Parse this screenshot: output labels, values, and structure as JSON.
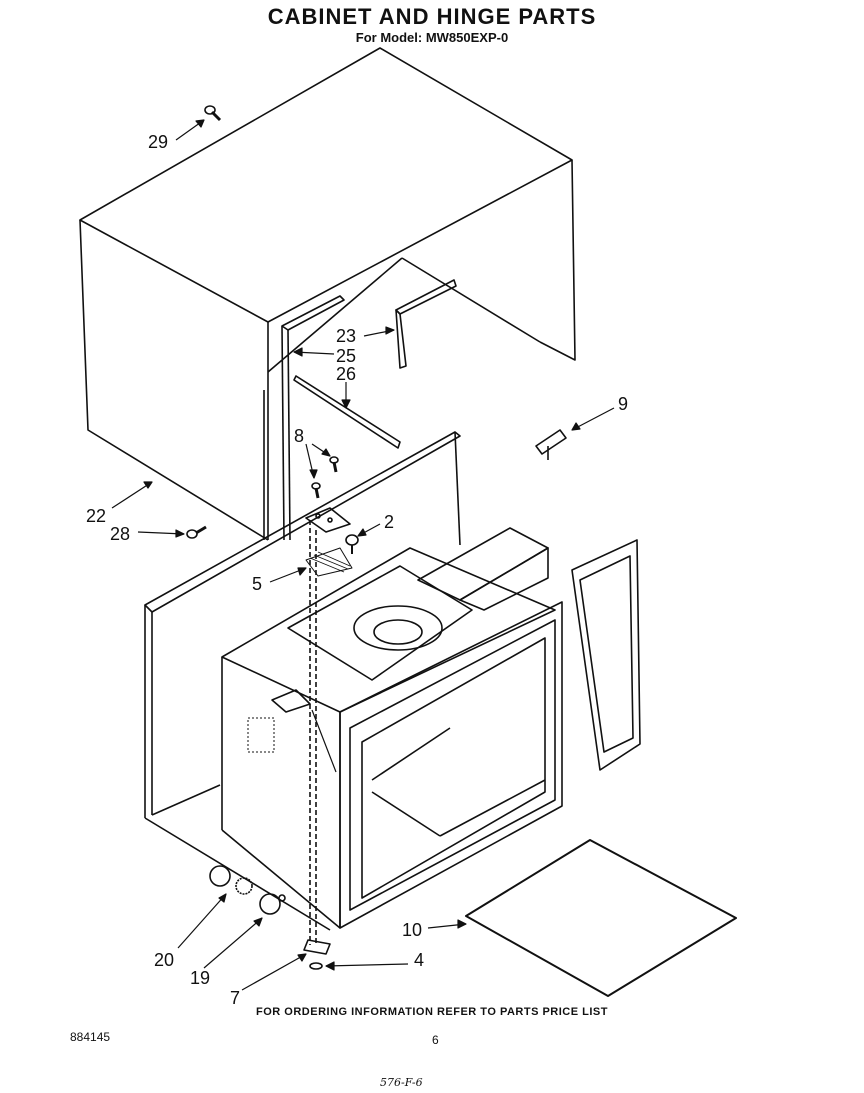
{
  "header": {
    "title": "CABINET AND HINGE PARTS",
    "model_line": "For Model: MW850EXP-0"
  },
  "callouts": [
    {
      "id": "29",
      "label": "29"
    },
    {
      "id": "23",
      "label": "23"
    },
    {
      "id": "25",
      "label": "25"
    },
    {
      "id": "26",
      "label": "26"
    },
    {
      "id": "9",
      "label": "9"
    },
    {
      "id": "8",
      "label": "8"
    },
    {
      "id": "2",
      "label": "2"
    },
    {
      "id": "22",
      "label": "22"
    },
    {
      "id": "28",
      "label": "28"
    },
    {
      "id": "5",
      "label": "5"
    },
    {
      "id": "10",
      "label": "10"
    },
    {
      "id": "4",
      "label": "4"
    },
    {
      "id": "20",
      "label": "20"
    },
    {
      "id": "19",
      "label": "19"
    },
    {
      "id": "7",
      "label": "7"
    }
  ],
  "footer": {
    "ordering_note": "FOR ORDERING INFORMATION REFER TO PARTS PRICE LIST",
    "doc_number": "884145",
    "page_number": "6",
    "handwritten_code": "576-F-6"
  }
}
